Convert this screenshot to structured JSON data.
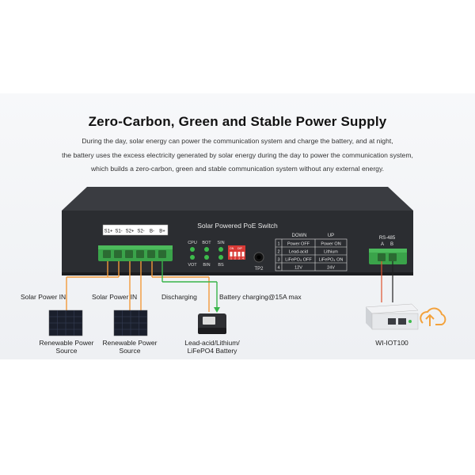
{
  "title": "Zero-Carbon, Green and Stable Power Supply",
  "description": [
    "During the day, solar energy can power the communication system and charge the battery, and at night,",
    "the battery uses the excess electricity generated by solar energy during the day to power the communication system,",
    "which builds a zero-carbon, green and stable communication system without any external energy."
  ],
  "device": {
    "name": "Solar Powered PoE Switch",
    "terminal_labels": [
      "S1+",
      "S1-",
      "S2+",
      "S2-",
      "B-",
      "B+"
    ],
    "led_labels_top": [
      "CPU",
      "BOT",
      "SIN"
    ],
    "led_labels_bottom": [
      "VOT",
      "BIN",
      "BS"
    ],
    "dip_labels": [
      "ON",
      "DIP"
    ],
    "dip_numbers": [
      "1",
      "2",
      "3",
      "4"
    ],
    "tp_label": "TP2",
    "table": {
      "headers": [
        "DOWN",
        "UP"
      ],
      "rows": [
        [
          "1",
          "Power OFF",
          "Power ON"
        ],
        [
          "2",
          "Lead-acid",
          "Lithium"
        ],
        [
          "3",
          "LiFePO₄ OFF",
          "LiFePO₄ ON"
        ],
        [
          "4",
          "12V",
          "24V"
        ]
      ]
    },
    "rs485_label": "RS-485",
    "rs485_pins": [
      "A",
      "B"
    ]
  },
  "labels": {
    "solar_in_1": "Solar Power IN",
    "solar_in_2": "Solar Power IN",
    "discharging": "Discharging",
    "charging": "Battery charging@15A max",
    "source_1_line1": "Renewable Power",
    "source_1_line2": "Source",
    "source_2_line1": "Renewable Power",
    "source_2_line2": "Source",
    "battery_line1": "Lead-acid/Lithium/",
    "battery_line2": "LiFePO4 Battery",
    "iot_name": "WI-IOT100"
  },
  "colors": {
    "device_body": "#2b2d31",
    "terminal_green": "#3aa34a",
    "solar_wire": "#f29a3a",
    "charge_wire": "#38b54a",
    "cloud": "#f3a23c"
  }
}
